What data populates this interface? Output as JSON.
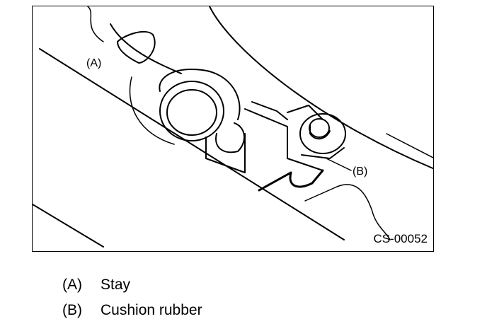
{
  "figure": {
    "callouts": {
      "a": "(A)",
      "b": "(B)"
    },
    "code": "CS-00052"
  },
  "legend": [
    {
      "key": "(A)",
      "label": "Stay"
    },
    {
      "key": "(B)",
      "label": "Cushion rubber"
    }
  ]
}
